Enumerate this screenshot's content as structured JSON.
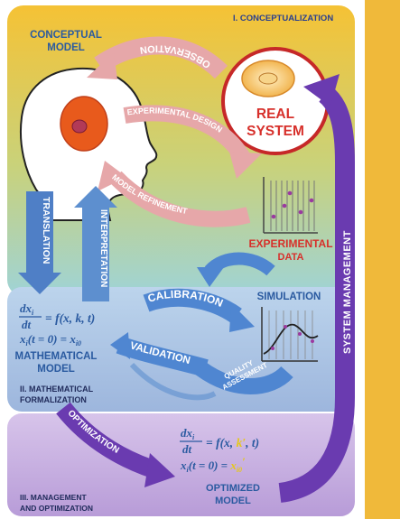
{
  "sections": {
    "conceptualization": "I. CONCEPTUALIZATION",
    "mathematical_formalization": [
      "II. MATHEMATICAL",
      "FORMALIZATION"
    ],
    "management_optimization": [
      "III. MANAGEMENT",
      "AND OPTIMIZATION"
    ]
  },
  "nodes": {
    "conceptual_model": [
      "CONCEPTUAL",
      "MODEL"
    ],
    "real_system": [
      "REAL",
      "SYSTEM"
    ],
    "experimental_data": [
      "EXPERIMENTAL",
      "DATA"
    ],
    "simulation": "SIMULATION",
    "mathematical_model": [
      "MATHEMATICAL",
      "MODEL"
    ],
    "optimized_model": [
      "OPTIMIZED",
      "MODEL"
    ]
  },
  "arrows": {
    "observation": "OBSERVATION",
    "experimental_design": "EXPERIMENTAL DESIGN",
    "model_refinement": "MODEL REFINEMENT",
    "translation": "TRANSLATION",
    "interpretation": "INTERPRETATION",
    "calibration": "CALIBRATION",
    "validation": "VALIDATION",
    "quality_assessment": [
      "QUALITY",
      "ASSESSMENT"
    ],
    "optimization": "OPTIMIZATION",
    "system_management": "SYSTEM MANAGEMENT"
  },
  "equations": {
    "model": {
      "lhs_num": "dx",
      "lhs_sub": "i",
      "lhs_den": "dt",
      "rhs": "= f(x, k, t)",
      "init": "x",
      "init_sub": "i",
      "init_rest": "(t = 0) = x",
      "init_val_sub": "i0"
    },
    "optimized": {
      "lhs_num": "dx",
      "lhs_sub": "i",
      "lhs_den": "dt",
      "rhs_pre": "= f(x, ",
      "rhs_param": "k′",
      "rhs_post": ", t)",
      "init": "x",
      "init_sub": "i",
      "init_rest": "(t = 0) = ",
      "init_val": "x",
      "init_val_sub": "i0",
      "init_val_prime": "′"
    }
  },
  "colors": {
    "section1_top": "#f5c235",
    "section1_bottom": "#9fd3d6",
    "section2": "#a9c4e2",
    "section3": "#c9b3e0",
    "side_bar": "#f0b93a",
    "pink_arrow": "#e6a7a9",
    "blue_arrow": "#5d8fcf",
    "purple_arrow": "#6a3bb0",
    "red_text": "#d7302b",
    "navy_text": "#2a5aa0"
  }
}
